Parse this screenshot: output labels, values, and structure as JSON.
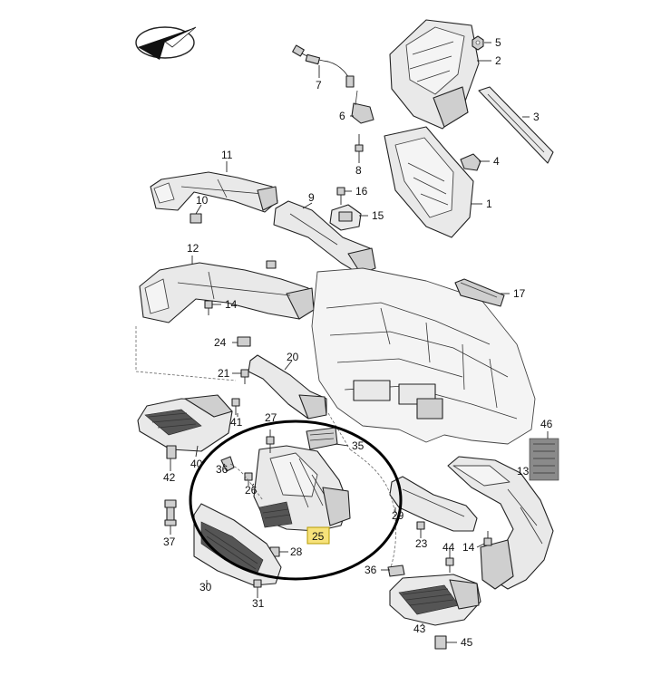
{
  "diagram": {
    "labels": [
      "1",
      "2",
      "3",
      "4",
      "5",
      "6",
      "7",
      "8",
      "9",
      "10",
      "11",
      "12",
      "13",
      "14",
      "14",
      "15",
      "16",
      "17",
      "20",
      "21",
      "23",
      "24",
      "25",
      "26",
      "27",
      "28",
      "29",
      "30",
      "31",
      "35",
      "36",
      "36",
      "37",
      "40",
      "41",
      "42",
      "43",
      "44",
      "45",
      "46"
    ],
    "highlighted_label": "25",
    "colors": {
      "highlight_fill": "#f7e27a",
      "highlight_stroke": "#b59b00",
      "circle": "#000000"
    },
    "icons": [
      "compass-logo-icon"
    ]
  }
}
